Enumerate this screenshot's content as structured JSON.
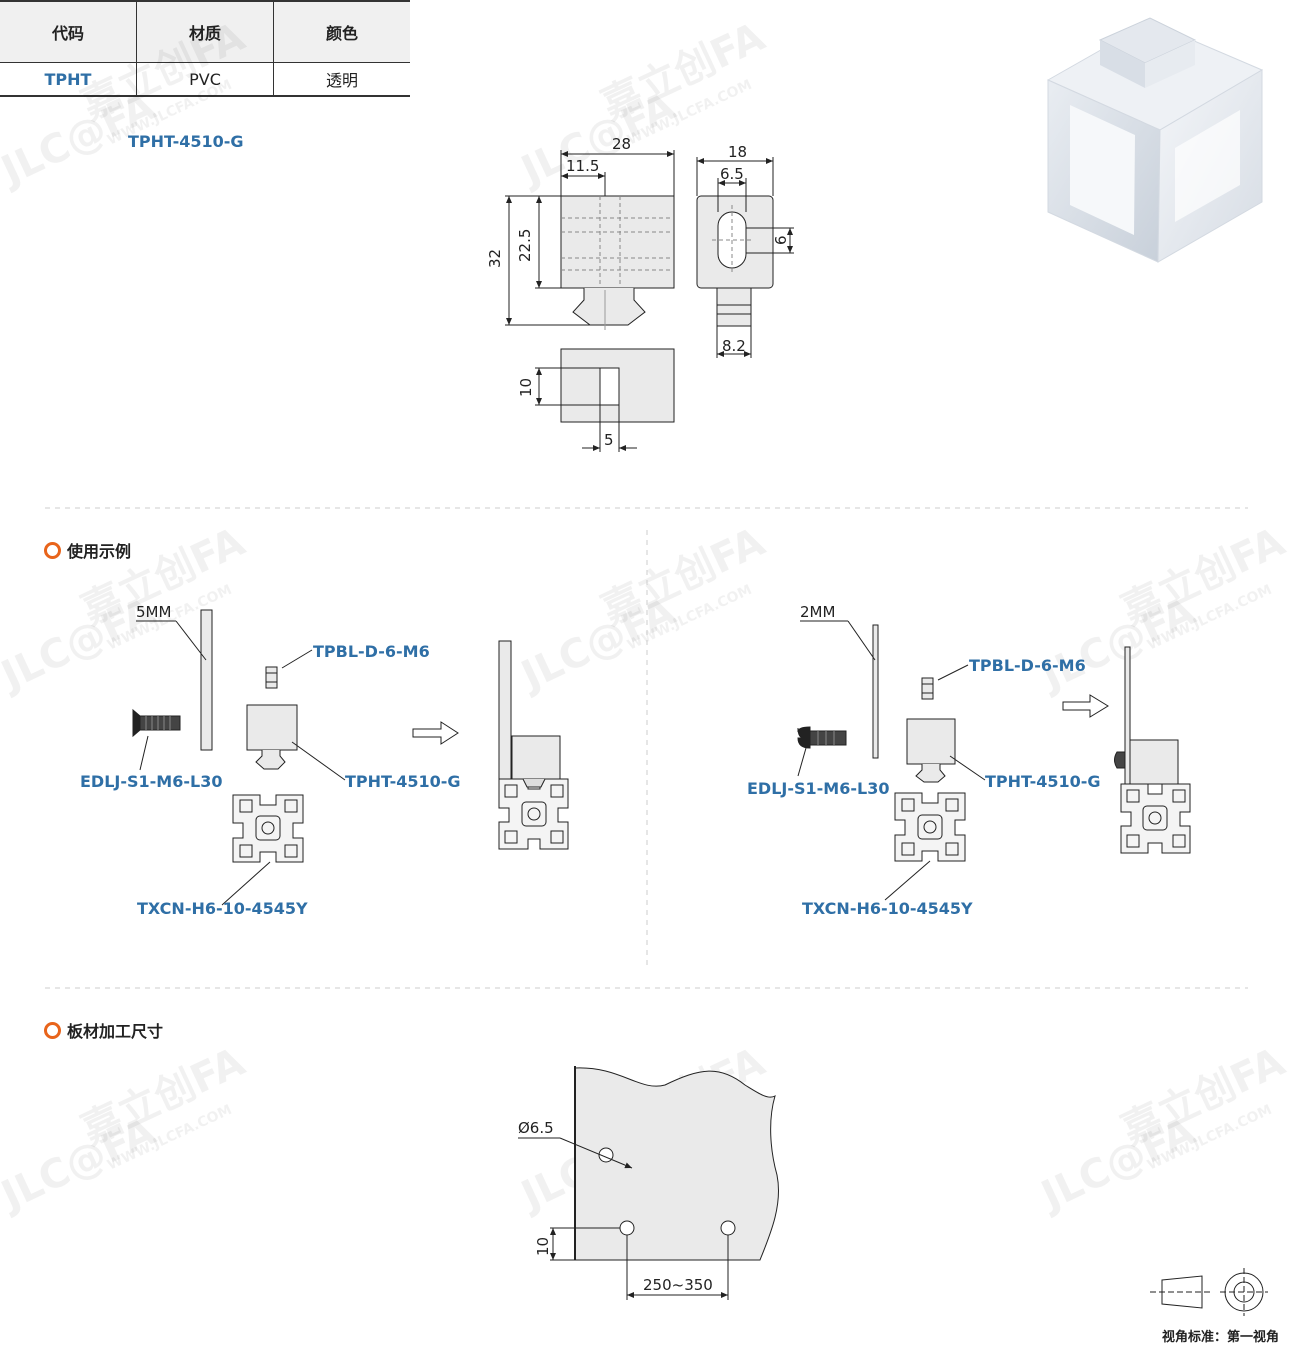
{
  "table": {
    "headers": [
      "代码",
      "材质",
      "颜色"
    ],
    "row": {
      "code": "TPHT",
      "material": "PVC",
      "color": "透明"
    }
  },
  "model_title": "TPHT-4510-G",
  "drawing_dims": {
    "width": "28",
    "offset": "11.5",
    "height_total": "32",
    "height_body": "22.5",
    "side_width": "18",
    "slot_width": "6.5",
    "slot_height": "6",
    "tab_width": "8.2",
    "bottom_slot": "10",
    "bottom_slot_w": "5"
  },
  "usage_section": {
    "title": "使用示例",
    "left": {
      "plate": "5MM",
      "nut": "TPBL-D-6-M6",
      "screw": "EDLJ-S1-M6-L30",
      "part": "TPHT-4510-G",
      "profile": "TXCN-H6-10-4545Y"
    },
    "right": {
      "plate": "2MM",
      "nut": "TPBL-D-6-M6",
      "screw": "EDLJ-S1-M6-L30",
      "part": "TPHT-4510-G",
      "profile": "TXCN-H6-10-4545Y"
    }
  },
  "machining_section": {
    "title": "板材加工尺寸",
    "hole": "Ø6.5",
    "edge": "10",
    "spacing": "250~350"
  },
  "footer": "视角标准：第一视角",
  "watermark": {
    "brand": "嘉立创FA",
    "url": "WWW.JLCFA.COM",
    "logo": "JLC@FA"
  },
  "colors": {
    "accent": "#2f6fa6",
    "ring": "#e8641b"
  }
}
